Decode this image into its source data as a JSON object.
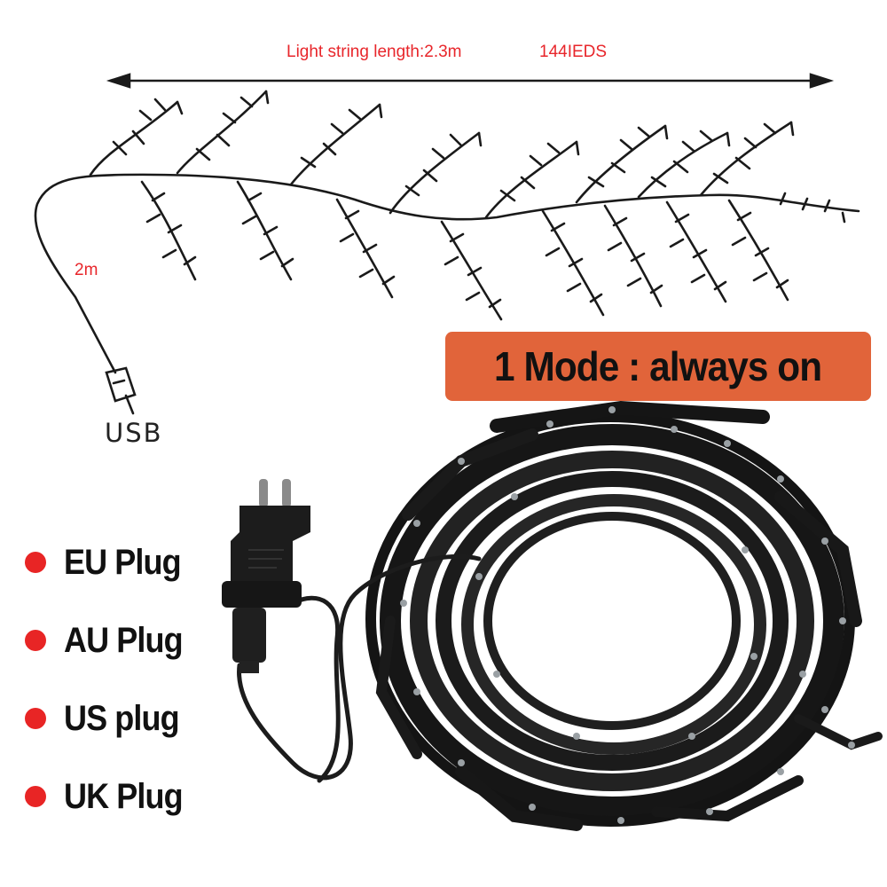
{
  "spec": {
    "length_text": "Light string length:2.3m",
    "led_count_text": "144IEDS"
  },
  "cable": {
    "length_label": "2m",
    "connector_label": "USB"
  },
  "mode": {
    "label": "1 Mode : always on",
    "badge_color": "#e1643a"
  },
  "plugs": [
    {
      "label": "EU Plug"
    },
    {
      "label": "AU Plug"
    },
    {
      "label": "US plug"
    },
    {
      "label": "UK Plug"
    }
  ],
  "colors": {
    "annotation": "#e8262b",
    "bullet": "#e82525",
    "wire": "#1a1a1a"
  },
  "icons": {
    "usb_connector": "usb-connector-icon",
    "dimension_arrow": "double-arrow-icon",
    "adapter": "power-adapter-icon"
  }
}
